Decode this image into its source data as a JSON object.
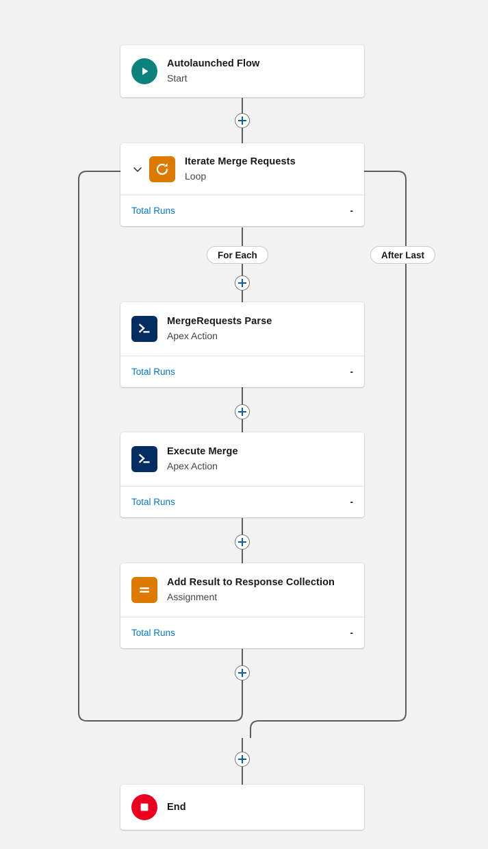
{
  "canvas": {
    "background": "#f3f2f2",
    "connector_color": "#5c5c5c"
  },
  "palette": {
    "start_teal": "#0b827c",
    "loop_orange": "#dd7a01",
    "assignment_orange": "#dd7a01",
    "apex_navy": "#032d60",
    "end_red": "#ea001e",
    "link_blue": "#0176d3",
    "plus_blue": "#0b5cab",
    "text_dark": "#181818",
    "text_muted": "#444444"
  },
  "nodes": [
    {
      "id": "start",
      "icon": "play-icon",
      "title": "Autolaunched Flow",
      "subtitle": "Start",
      "has_footer": false
    },
    {
      "id": "loop",
      "icon": "loop-icon",
      "title": "Iterate Merge Requests",
      "subtitle": "Loop",
      "has_footer": true,
      "has_chevron": true,
      "footer": {
        "label": "Total Runs",
        "value": "-"
      }
    },
    {
      "id": "apex-parse",
      "icon": "apex-action-icon",
      "title": "MergeRequests Parse",
      "subtitle": "Apex Action",
      "has_footer": true,
      "footer": {
        "label": "Total Runs",
        "value": "-"
      }
    },
    {
      "id": "apex-execute",
      "icon": "apex-action-icon",
      "title": "Execute Merge",
      "subtitle": "Apex Action",
      "has_footer": true,
      "footer": {
        "label": "Total Runs",
        "value": "-"
      }
    },
    {
      "id": "assignment",
      "icon": "assignment-icon",
      "title": "Add Result to Response Collection",
      "subtitle": "Assignment",
      "has_footer": true,
      "footer": {
        "label": "Total Runs",
        "value": "-"
      }
    },
    {
      "id": "end",
      "icon": "end-icon",
      "title": "End",
      "subtitle": "",
      "has_footer": false
    }
  ],
  "branches": {
    "for_each": "For Each",
    "after_last": "After Last"
  },
  "connector_buttons": [
    {
      "id": "add-after-start"
    },
    {
      "id": "add-in-loop-top"
    },
    {
      "id": "add-after-parse"
    },
    {
      "id": "add-after-execute"
    },
    {
      "id": "add-after-assignment"
    },
    {
      "id": "add-before-end"
    }
  ]
}
